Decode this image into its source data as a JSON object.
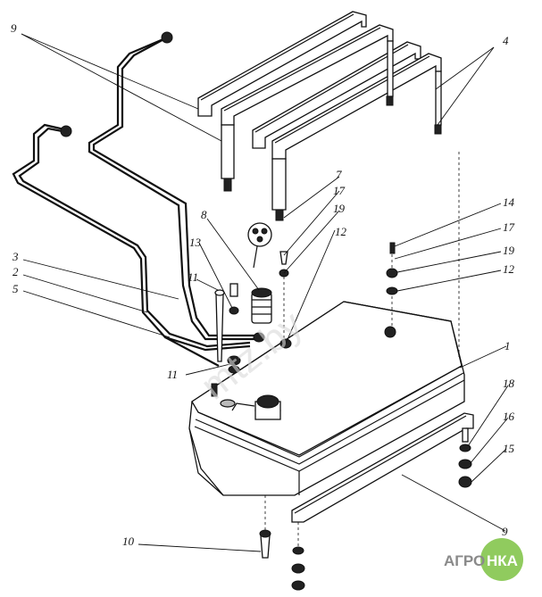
{
  "labels": {
    "l1": "1",
    "l2": "2",
    "l3": "3",
    "l4": "4",
    "l5": "5",
    "l7": "7",
    "l8": "8",
    "l9a": "9",
    "l9b": "9",
    "l10": "10",
    "l11a": "11",
    "l11b": "11",
    "l12a": "12",
    "l12b": "12",
    "l13": "13",
    "l14": "14",
    "l15": "15",
    "l16": "16",
    "l17a": "17",
    "l17b": "17",
    "l18": "18",
    "l19a": "19",
    "l19b": "19"
  },
  "watermark": {
    "text": "mtz.by"
  },
  "logo": {
    "left": "АГРО",
    "right": "НКА"
  },
  "colors": {
    "ink": "#111111",
    "logo_green": "#7cc242",
    "logo_grey": "#8a8a8a"
  }
}
